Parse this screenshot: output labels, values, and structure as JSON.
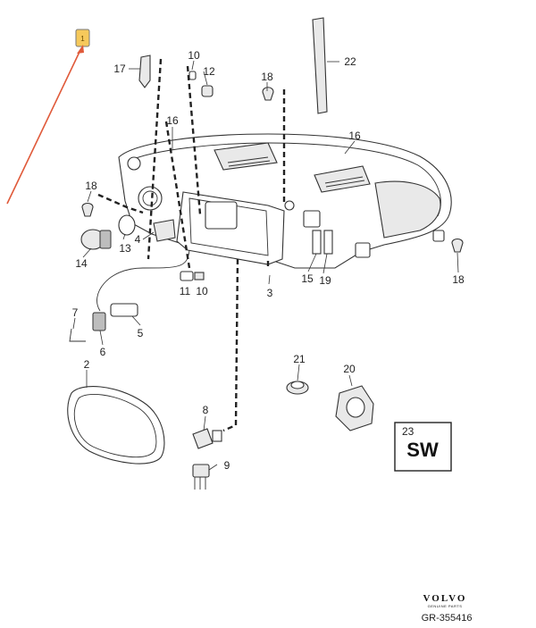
{
  "callouts": {
    "c1": "1",
    "c2": "2",
    "c3": "3",
    "c4": "4",
    "c5": "5",
    "c6": "6",
    "c7": "7",
    "c8": "8",
    "c9": "9",
    "c10a": "10",
    "c10b": "10",
    "c11": "11",
    "c12": "12",
    "c13": "13",
    "c14": "14",
    "c15": "15",
    "c16a": "16",
    "c16b": "16",
    "c17": "17",
    "c18a": "18",
    "c18b": "18",
    "c18c": "18",
    "c19": "19",
    "c20": "20",
    "c21": "21",
    "c22": "22",
    "c23": "23"
  },
  "sw_box": {
    "number": "23",
    "text": "SW"
  },
  "brand": {
    "logo_text": "VOLVO",
    "logo_sub": "GENUINE PARTS"
  },
  "reference_code": "GR-355416",
  "colors": {
    "highlight": "#f6c95b",
    "arrow": "#e05a3a",
    "line": "#333333"
  }
}
